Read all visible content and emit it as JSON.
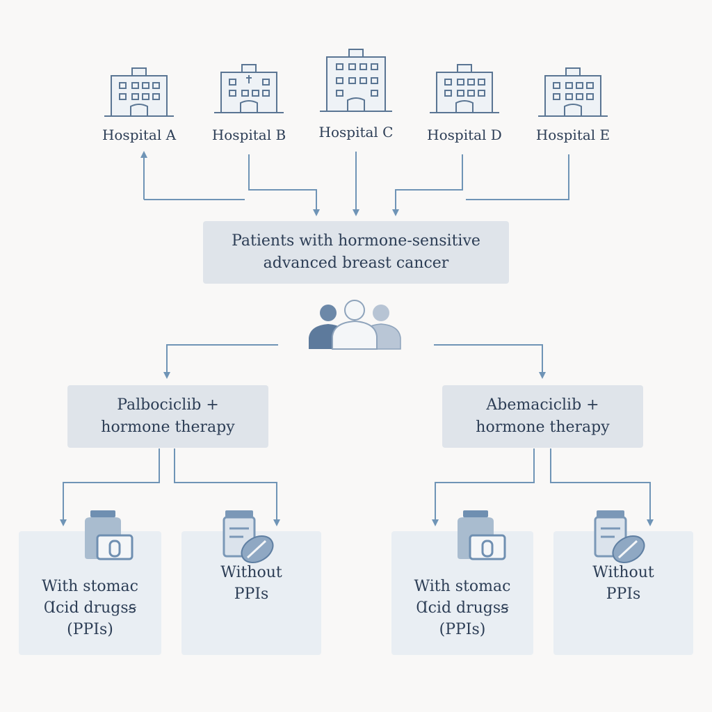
{
  "hospitals": [
    {
      "name": "Hospital A"
    },
    {
      "name": "Hospital B"
    },
    {
      "name": "Hospital C"
    },
    {
      "name": "Hospital D"
    },
    {
      "name": "Hospital E"
    }
  ],
  "population": {
    "line1": "Patients with hormone-sensitive",
    "line2": "advanced breast cancer"
  },
  "arms": [
    {
      "line1": "Palbociclib +",
      "line2": "hormone therapy",
      "groups": [
        {
          "lines": [
            "With stomac",
            "Ɑcid drugsꞩ",
            "(PPIs)"
          ]
        },
        {
          "lines": [
            "Without",
            "PPIs"
          ]
        }
      ]
    },
    {
      "line1": "Abemaciclib +",
      "line2": "hormone therapy",
      "groups": [
        {
          "lines": [
            "With stomac",
            "Ɑcid drugsꞩ",
            "(PPIs)"
          ]
        },
        {
          "lines": [
            "Without",
            "PPIs"
          ]
        }
      ]
    }
  ],
  "colors": {
    "line": "#6f94b6",
    "icon_stroke": "#5a7593",
    "icon_fill": "#7b9ab8",
    "box_dark": "#dfe4ea",
    "box_light": "#e9eef3",
    "text": "#2c3d55"
  },
  "icons": {
    "hospital": "hospital-building-icon",
    "patients": "patient-group-icon",
    "with_ppi": "medicine-jar-icon",
    "without_ppi": "pill-bottle-icon"
  }
}
